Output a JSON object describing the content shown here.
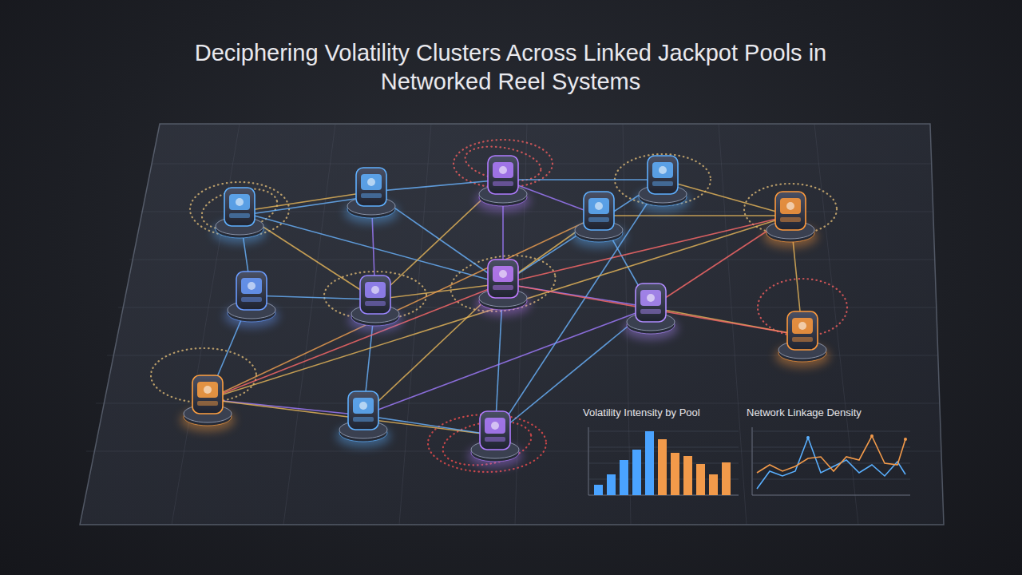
{
  "diagram": {
    "title": "Deciphering Volatility Clusters Across Linked Jackpot Pools in Networked Reel Systems",
    "labels": [
      "Volatility Intensity by Pool",
      "Network Linkage Density"
    ]
  }
}
